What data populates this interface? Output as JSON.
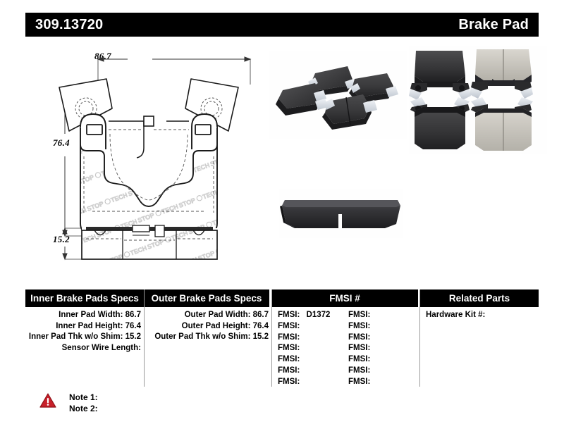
{
  "header": {
    "part_number": "309.13720",
    "product_type": "Brake Pad"
  },
  "drawing": {
    "width_dim": "86.7",
    "height_dim": "76.4",
    "thickness_dim": "15.2",
    "watermark_text": "STOPTECH",
    "views": [
      {
        "name": "front-view",
        "label": "front"
      },
      {
        "name": "side-view",
        "label": "side"
      }
    ]
  },
  "photos": [
    {
      "name": "brake-pad-set-angled-photo",
      "caption": ""
    },
    {
      "name": "brake-pad-set-grid-photo",
      "caption": ""
    },
    {
      "name": "brake-pad-edge-photo",
      "caption": ""
    }
  ],
  "table": {
    "headers": {
      "inner": "Inner Brake Pads Specs",
      "outer": "Outer Brake Pads Specs",
      "fmsi": "FMSI #",
      "related": "Related Parts"
    },
    "inner_specs": [
      {
        "label": "Inner Pad Width:",
        "value": "86.7"
      },
      {
        "label": "Inner Pad Height:",
        "value": "76.4"
      },
      {
        "label": "Inner Pad Thk w/o Shim:",
        "value": "15.2"
      },
      {
        "label": "Sensor Wire Length:",
        "value": ""
      }
    ],
    "outer_specs": [
      {
        "label": "Outer Pad Width:",
        "value": "86.7"
      },
      {
        "label": "Outer Pad Height:",
        "value": "76.4"
      },
      {
        "label": "Outer Pad Thk w/o Shim:",
        "value": "15.2"
      },
      {
        "label": "",
        "value": ""
      }
    ],
    "fmsi_col1": [
      {
        "label": "FMSI:",
        "value": "D1372"
      },
      {
        "label": "FMSI:",
        "value": ""
      },
      {
        "label": "FMSI:",
        "value": ""
      },
      {
        "label": "FMSI:",
        "value": ""
      },
      {
        "label": "FMSI:",
        "value": ""
      },
      {
        "label": "FMSI:",
        "value": ""
      },
      {
        "label": "FMSI:",
        "value": ""
      }
    ],
    "fmsi_col2": [
      {
        "label": "FMSI:",
        "value": ""
      },
      {
        "label": "FMSI:",
        "value": ""
      },
      {
        "label": "FMSI:",
        "value": ""
      },
      {
        "label": "FMSI:",
        "value": ""
      },
      {
        "label": "FMSI:",
        "value": ""
      },
      {
        "label": "FMSI:",
        "value": ""
      },
      {
        "label": "FMSI:",
        "value": ""
      }
    ],
    "related_parts": [
      {
        "label": "Hardware Kit #:",
        "value": ""
      }
    ]
  },
  "notes": {
    "icon": "warning-triangle-icon",
    "items": [
      "Note 1:",
      "Note 2:"
    ]
  },
  "colors": {
    "header_bg": "#000000",
    "header_fg": "#ffffff",
    "warning_red": "#c8202a",
    "line": "#1a1a1a",
    "divider": "#9a9a9a"
  }
}
